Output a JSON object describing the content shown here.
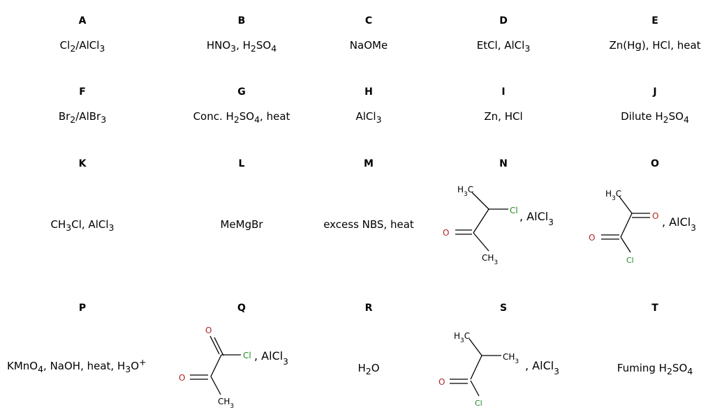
{
  "items": [
    {
      "letter": "A",
      "text": "Cl",
      "text_html": "Cl<sub>2</sub>/AlCl<sub>3</sub>"
    },
    {
      "letter": "B",
      "text_html": "HNO<sub>3</sub>, H<sub>2</sub>SO<sub>4</sub>"
    },
    {
      "letter": "C",
      "text_html": "NaOMe"
    },
    {
      "letter": "D",
      "text_html": "EtCl, AlCl<sub>3</sub>"
    },
    {
      "letter": "E",
      "text_html": "Zn(Hg), HCl, heat"
    },
    {
      "letter": "F",
      "text_html": "Br<sub>2</sub>/AlBr<sub>3</sub>"
    },
    {
      "letter": "G",
      "text_html": "Conc. H<sub>2</sub>SO<sub>4</sub>, heat"
    },
    {
      "letter": "H",
      "text_html": "AlCl<sub>3</sub>"
    },
    {
      "letter": "I",
      "text_html": "Zn, HCl"
    },
    {
      "letter": "J",
      "text_html": "Dilute H<sub>2</sub>SO<sub>4</sub>"
    },
    {
      "letter": "K",
      "text_html": "CH<sub>3</sub>Cl, AlCl<sub>3</sub>"
    },
    {
      "letter": "L",
      "text_html": "MeMgBr"
    },
    {
      "letter": "M",
      "text_html": "excess NBS, heat"
    },
    {
      "letter": "N",
      "text_html": ""
    },
    {
      "letter": "O",
      "text_html": ""
    },
    {
      "letter": "P",
      "text_html": "KMnO<sub>4</sub>, NaOH, heat, H<sub>3</sub>O<sup>+</sup>"
    },
    {
      "letter": "Q",
      "text_html": ""
    },
    {
      "letter": "R",
      "text_html": "H<sub>2</sub>O"
    },
    {
      "letter": "S",
      "text_html": ""
    },
    {
      "letter": "T",
      "text_html": "Fuming H<sub>2</sub>SO<sub>4</sub>"
    }
  ],
  "structures": {
    "N": {
      "h3c": "H3C",
      "cl": "Cl",
      "o": "O",
      "ch3": "CH3",
      "reagent": ", AlCl3"
    },
    "O": {
      "h3c": "H3C",
      "o1": "O",
      "o2": "O",
      "cl": "Cl",
      "reagent": ", AlCl3"
    },
    "Q": {
      "o1": "O",
      "o2": "O",
      "cl": "Cl",
      "ch3": "CH3",
      "reagent": ", AlCl3"
    },
    "S": {
      "h3c": "H3C",
      "ch3": "CH3",
      "o": "O",
      "cl": "Cl",
      "reagent": ", AlCl3"
    }
  },
  "colors": {
    "oxygen": "#b22222",
    "chlorine": "#228b22",
    "bond": "#000000"
  }
}
